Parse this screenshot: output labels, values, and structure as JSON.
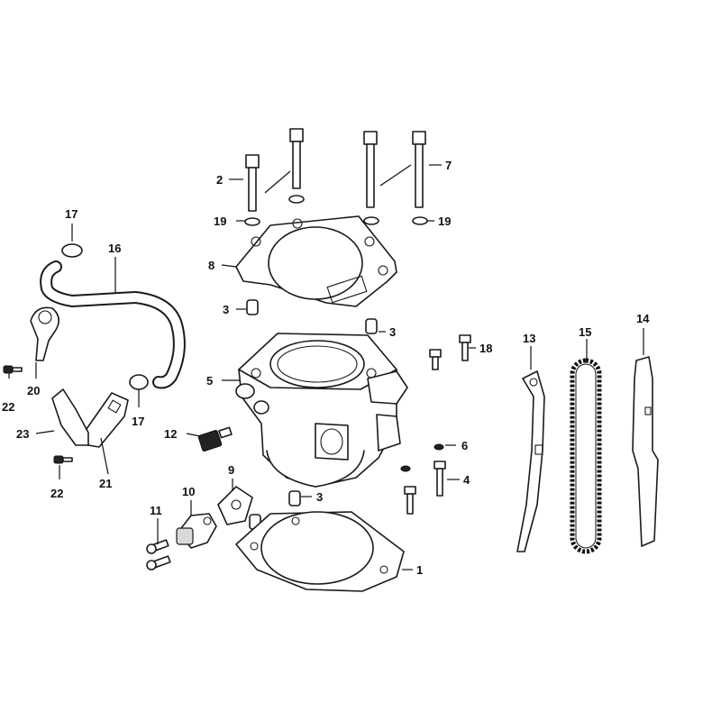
{
  "callouts": {
    "c1": "1",
    "c2": "2",
    "c3a": "3",
    "c3b": "3",
    "c3c": "3",
    "c4": "4",
    "c5": "5",
    "c6": "6",
    "c7": "7",
    "c8": "8",
    "c9": "9",
    "c10": "10",
    "c11": "11",
    "c12": "12",
    "c13": "13",
    "c14": "14",
    "c15": "15",
    "c16": "16",
    "c17a": "17",
    "c17b": "17",
    "c18": "18",
    "c19a": "19",
    "c19b": "19",
    "c20": "20",
    "c21": "21",
    "c22a": "22",
    "c22b": "22",
    "c23": "23"
  }
}
